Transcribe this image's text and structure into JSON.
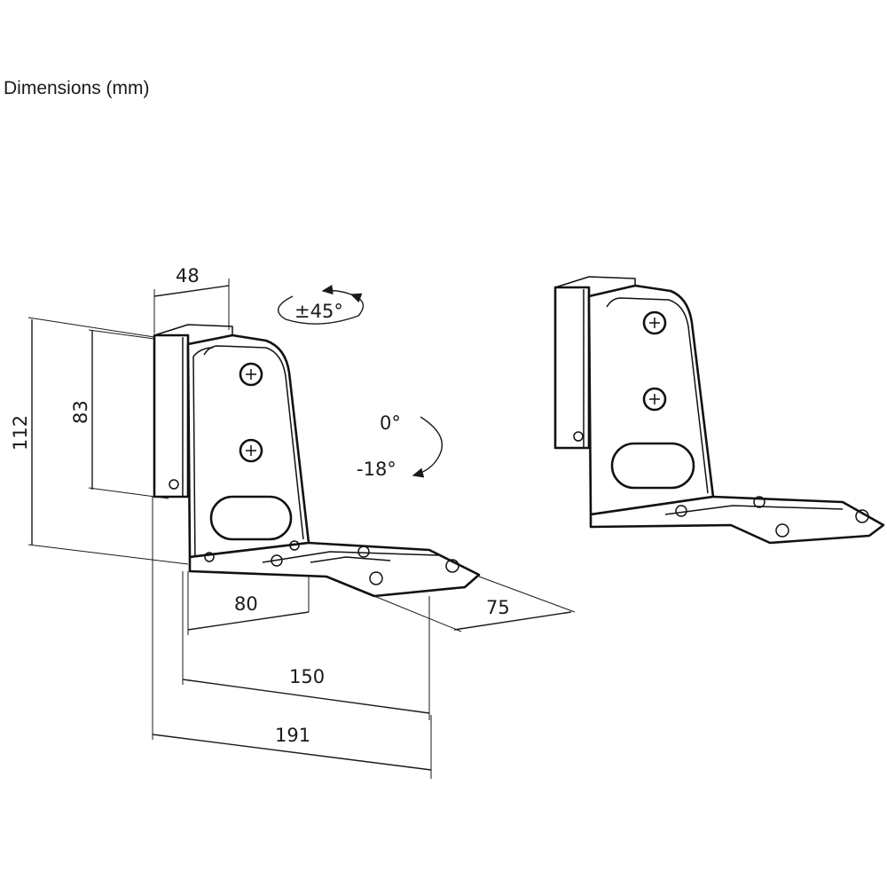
{
  "title": "Dimensions (mm)",
  "dimensions": {
    "width_48": "48",
    "height_112": "112",
    "height_83": "83",
    "depth_80": "80",
    "depth_150": "150",
    "depth_191": "191",
    "plate_75": "75"
  },
  "rotations": {
    "swivel": "±45°",
    "tilt_top": "0°",
    "tilt_bottom": "-18°"
  }
}
